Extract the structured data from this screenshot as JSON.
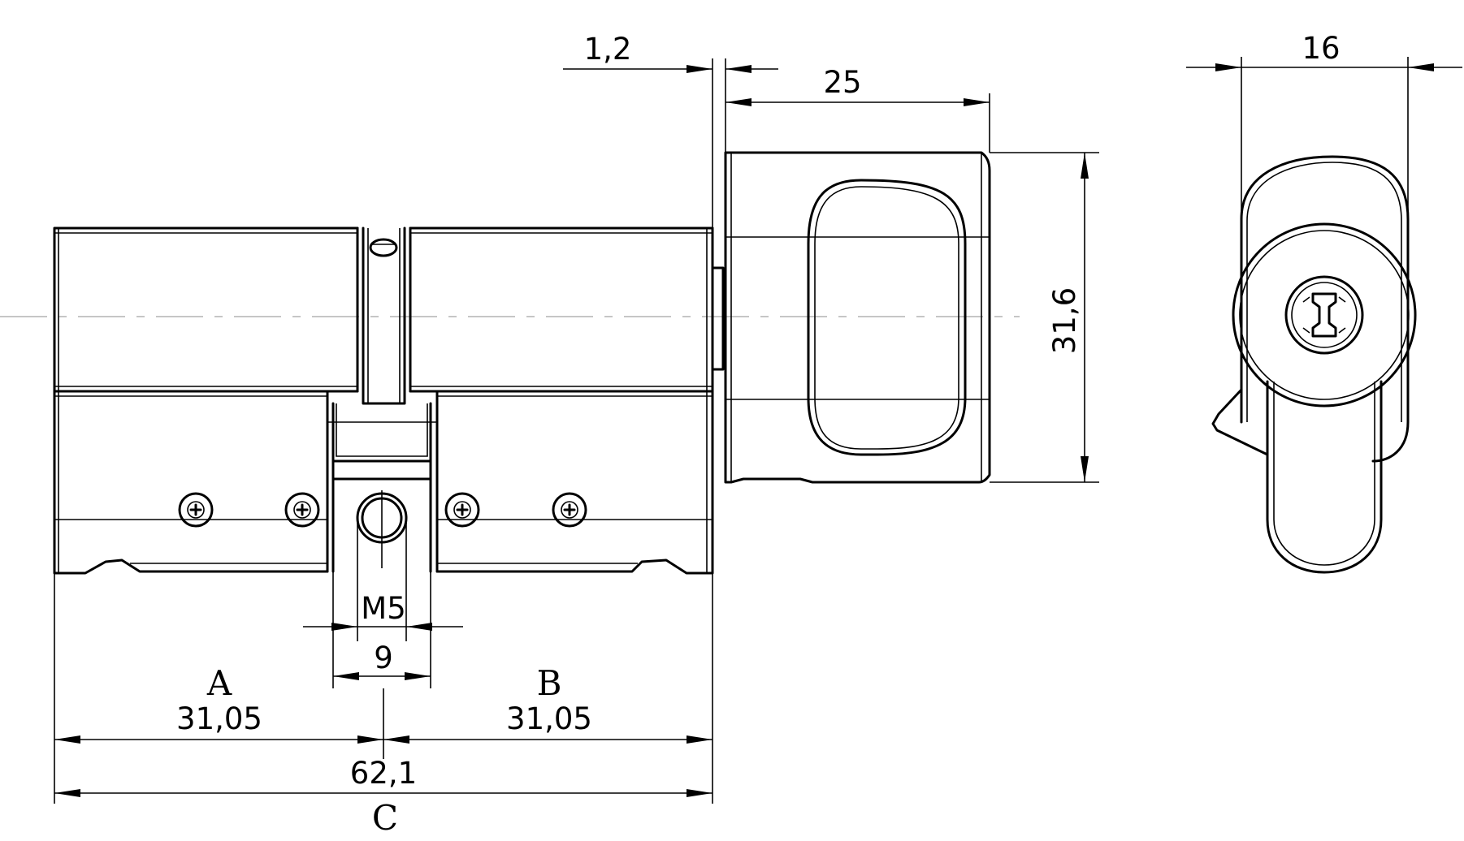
{
  "dimensions": {
    "gap_thickness": "1,2",
    "knob_length": "25",
    "knob_height": "31,6",
    "end_view_width": "16",
    "thread": "M5",
    "cam_width": "9",
    "side_a_letter": "A",
    "side_a_length": "31,05",
    "side_b_letter": "B",
    "side_b_length": "31,05",
    "total_length": "62,1",
    "total_letter": "C"
  },
  "colors": {
    "line": "#000000",
    "centerline": "#b4b4b4",
    "background": "#ffffff"
  }
}
